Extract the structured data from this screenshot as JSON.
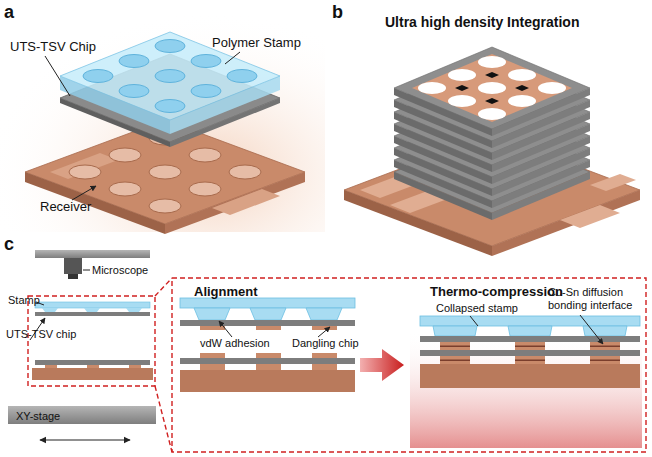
{
  "diagram": {
    "nodes": [
      {
        "text": [
          "Alignment"
        ]
      },
      {
        "text": [
          "Thermo-compression"
        ]
      }
    ],
    "edges": [
      {
        "from": 0,
        "to": 1,
        "arrow": "to"
      }
    ],
    "labels": [
      "a",
      "UTS-TSV Chip",
      "Polymer Stamp",
      "Receiver",
      "b",
      "Ultra high density Integration",
      "c",
      "Microscope",
      "Stamp",
      "UTS-TSV chip",
      "XY-stage",
      "vdW adhesion",
      "Dangling chip",
      "Collapsed stamp",
      "Cu-Sn diffusion bonding interface"
    ]
  }
}
